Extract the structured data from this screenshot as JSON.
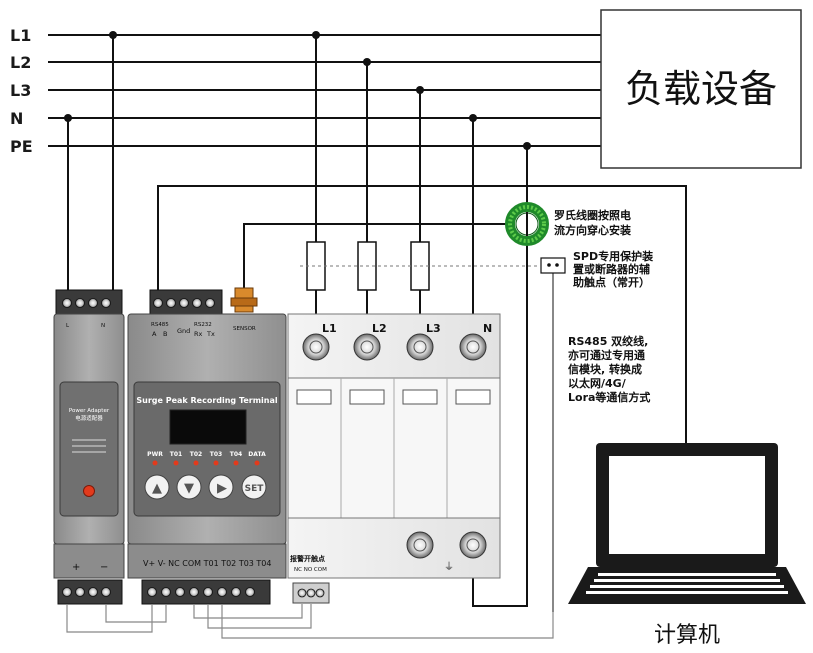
{
  "buses": [
    "L1",
    "L2",
    "L3",
    "N",
    "PE"
  ],
  "load_label": "负载设备",
  "computer_label": "计算机",
  "rogowski_note": [
    "罗氏线圈按照电",
    "流方向穿心安装"
  ],
  "spd_note": [
    "SPD专用保护装",
    "置或断路器的辅",
    "助触点（常开）"
  ],
  "rs485_note": [
    "RS485 双绞线,",
    "亦可通过专用通",
    "信模块, 转换成",
    "以太网/4G/",
    "Lora等通信方式"
  ],
  "power_adapter": {
    "title": "Power Adapter",
    "subtitle": "电源适配器",
    "top_terminals": [
      "L",
      "N"
    ],
    "bottom_terminals": [
      "+",
      "−"
    ]
  },
  "recorder": {
    "title": "Surge Peak Recording Terminal",
    "top_labels": [
      "RS485",
      "A",
      "B",
      "Gnd",
      "RS232",
      "Rx",
      "Tx",
      "SENSOR"
    ],
    "leds": [
      "PWR",
      "T01",
      "T02",
      "T03",
      "T04",
      "DATA"
    ],
    "buttons": [
      "▲",
      "▼",
      "▶",
      "SET"
    ],
    "bottom_label": "V+  V-  NC COM T01 T02 T03 T04"
  },
  "spd": {
    "poles": [
      "L1",
      "L2",
      "L3",
      "N"
    ],
    "contact_label": "报警开触点",
    "contact_pins": "NC NO COM"
  }
}
